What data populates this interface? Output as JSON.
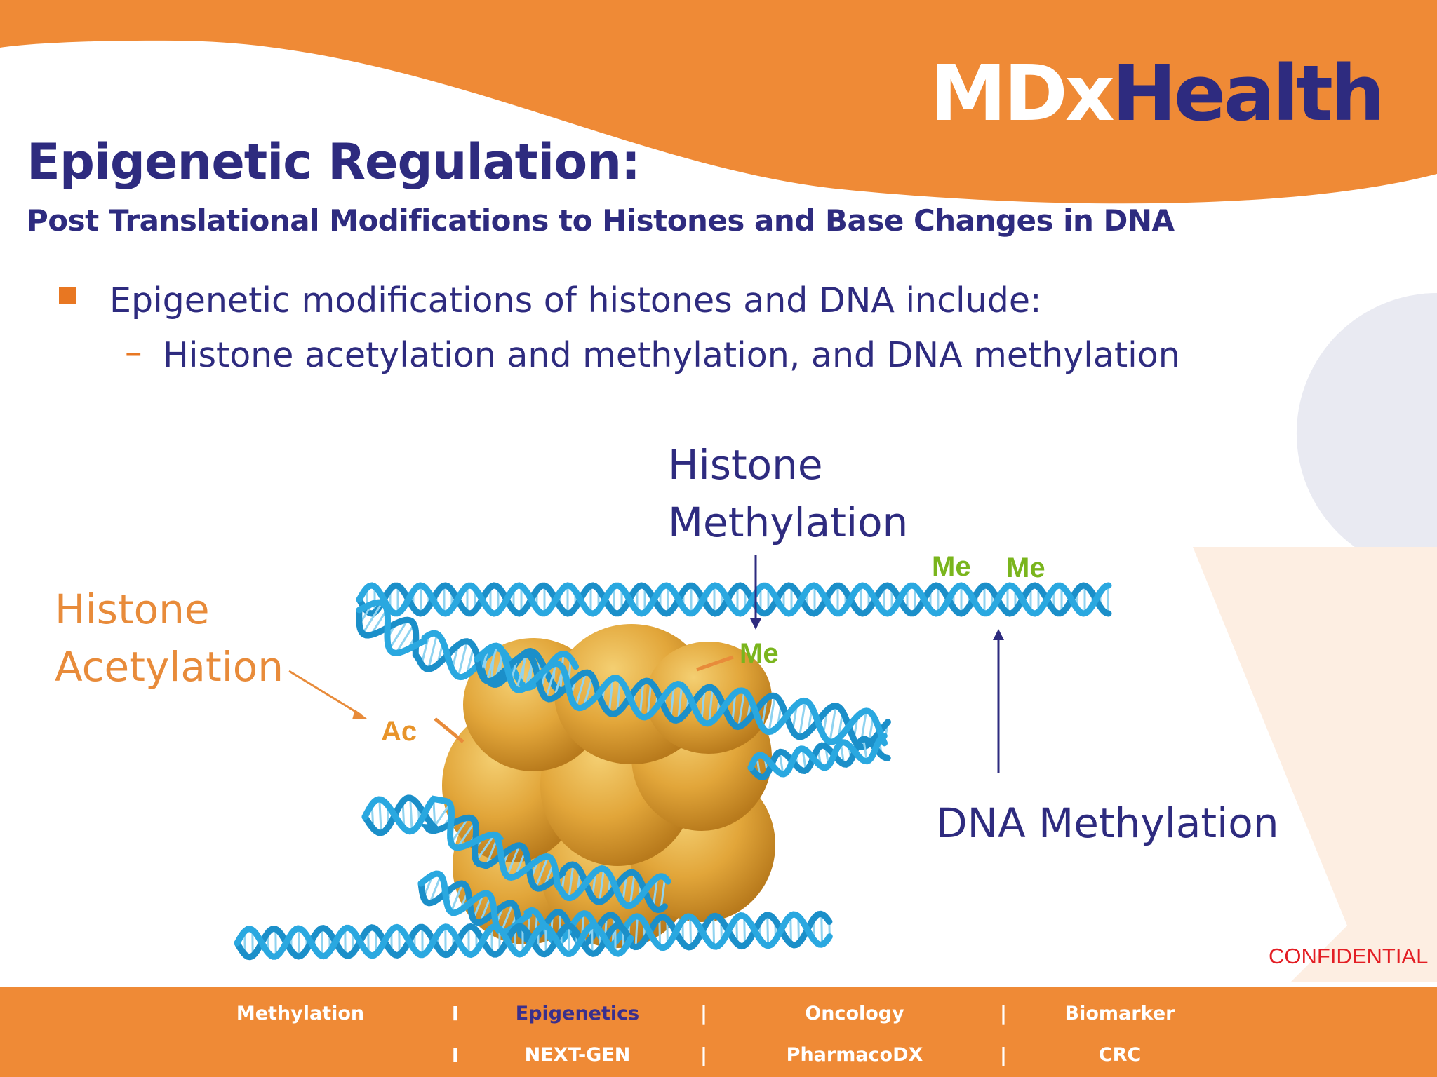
{
  "logo": {
    "part1": "MDx",
    "part2": "Health"
  },
  "slide": {
    "title": "Epigenetic Regulation:",
    "subtitle": "Post Translational Modifications to Histones and Base Changes in DNA",
    "bullet": "Epigenetic modifications of histones and DNA include:",
    "sub_bullet_dash": "–",
    "sub_bullet": "Histone acetylation and methylation, and DNA methylation"
  },
  "diagram": {
    "histone_methylation": [
      "Histone",
      "Methylation"
    ],
    "histone_acetylation": [
      "Histone",
      "Acetylation"
    ],
    "dna_methylation": "DNA Methylation",
    "me_label": "Me",
    "ac_label": "Ac"
  },
  "confidential": "CONFIDENTIAL",
  "footer": {
    "row1": [
      "Methylation",
      "Epigenetics",
      "Oncology",
      "Biomarker"
    ],
    "row2": [
      "NEXT-GEN",
      "PharmacoDX",
      "CRC"
    ],
    "separator_a": "I",
    "separator_b": "|",
    "active": "Epigenetics"
  },
  "colors": {
    "brand_orange": "#ef8a36",
    "brand_purple": "#2e2b7f",
    "dna_blue": "#2aa8e0",
    "histone_gold": "#e0a43a",
    "me_green": "#7ab51d",
    "confidential_red": "#e31e24"
  }
}
